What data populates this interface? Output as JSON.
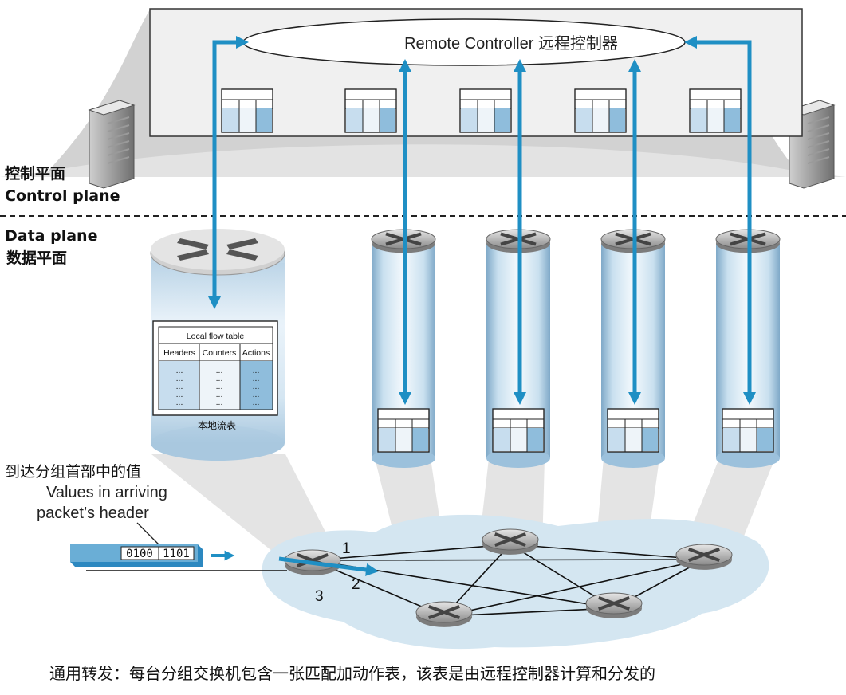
{
  "controller": {
    "label": "Remote Controller 远程控制器"
  },
  "planes": {
    "control_cn": "控制平面",
    "control_en": "Control plane",
    "data_en": "Data plane",
    "data_cn": "数据平面"
  },
  "flow_table": {
    "title": "Local flow table",
    "headers": [
      "Headers",
      "Counters",
      "Actions"
    ],
    "cell": "...",
    "caption": "本地流表"
  },
  "packet": {
    "label_cn": "到达分组首部中的值",
    "label_en_1": "Values in arriving",
    "label_en_2": "packet’s header",
    "field_1": "0100",
    "field_2": "1101"
  },
  "ports": [
    "1",
    "2",
    "3"
  ],
  "caption": "通用转发：每台分组交换机包含一张匹配加动作表，该表是由远程控制器计算和分发的",
  "colors": {
    "arrow": "#1f8fc4",
    "table_fill": "#c7ddee",
    "table_accent": "#8fbddc",
    "network_cloud": "#d4e6f1"
  }
}
